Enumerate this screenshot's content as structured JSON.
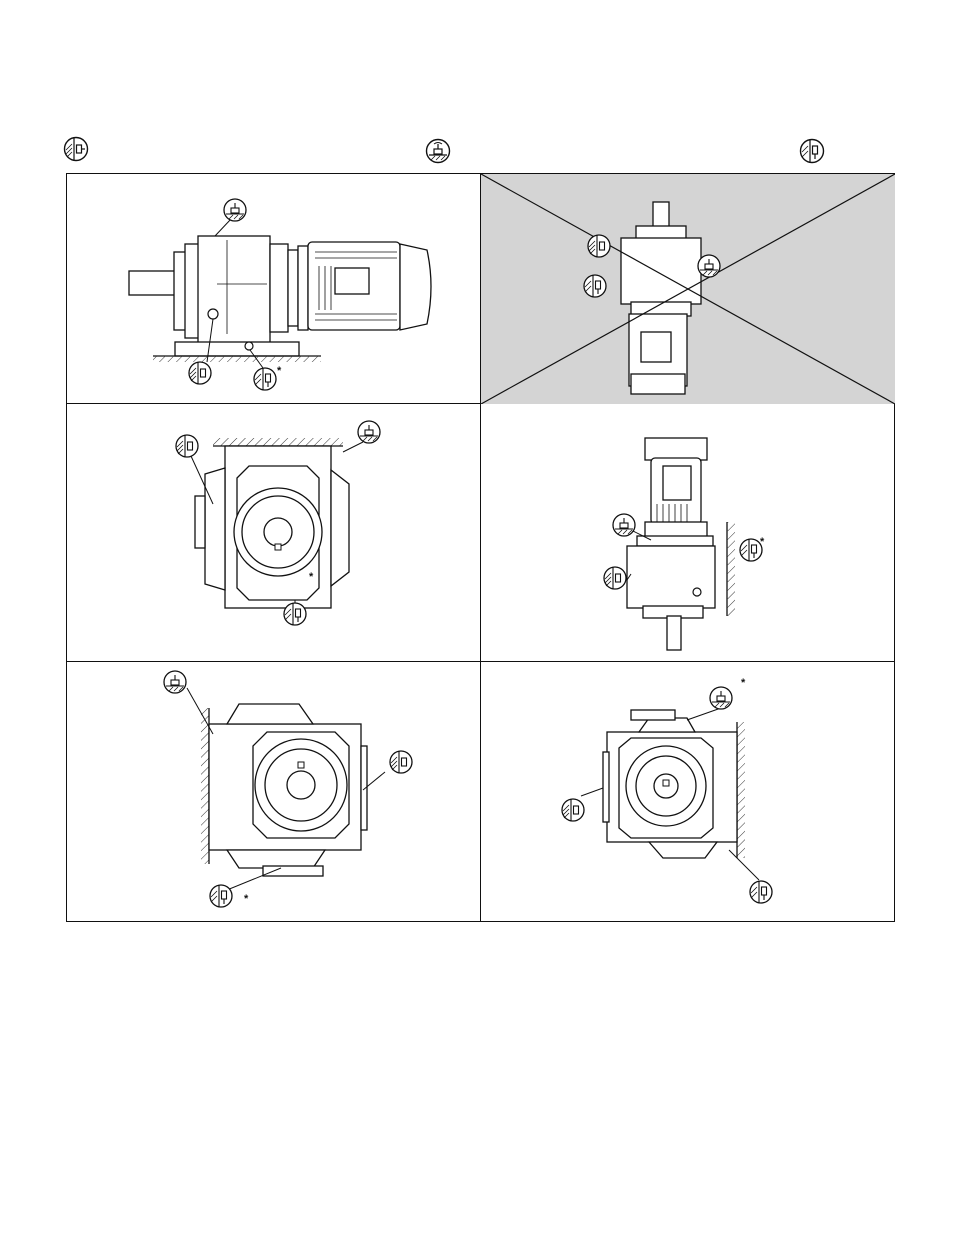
{
  "legend_icons": [
    {
      "name": "oil-level-plug-icon"
    },
    {
      "name": "breather-vent-icon"
    },
    {
      "name": "oil-drain-plug-icon"
    }
  ],
  "diagram": {
    "panels": [
      {
        "name": "panel-foot-mounted-horizontal",
        "excluded": false,
        "mark": "*"
      },
      {
        "name": "panel-vertical-shaft-up",
        "excluded": true
      },
      {
        "name": "panel-front-view-ceiling",
        "excluded": false,
        "mark": "*"
      },
      {
        "name": "panel-vertical-shaft-down-wall",
        "excluded": false,
        "mark": "*"
      },
      {
        "name": "panel-front-view-wall-left",
        "excluded": false,
        "mark": "*"
      },
      {
        "name": "panel-front-view-wall-right",
        "excluded": false,
        "mark": "*"
      }
    ],
    "colors": {
      "line": "#111111",
      "excluded_fill": "#d4d4d4",
      "hatch": "#333333"
    }
  }
}
